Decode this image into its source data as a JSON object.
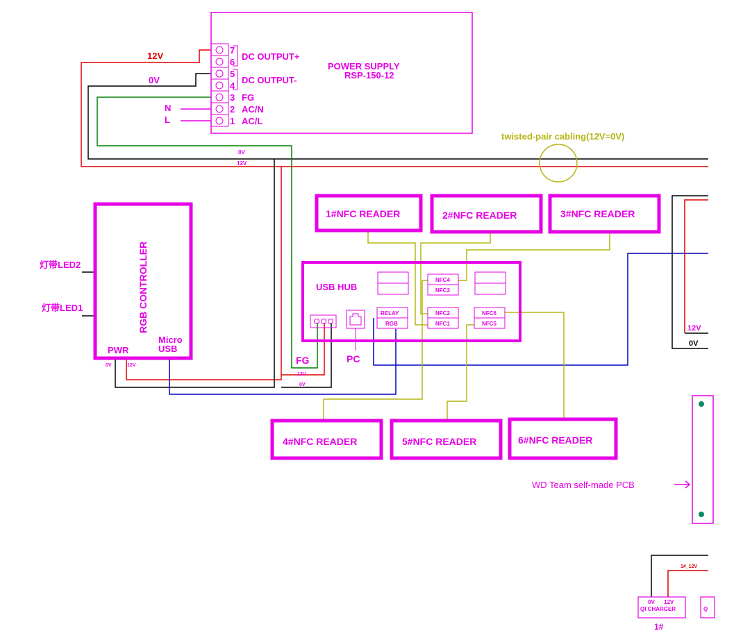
{
  "power_supply": {
    "title_line1": "POWER SUPPLY",
    "title_line2": "RSP-150-12",
    "pins": [
      "7",
      "6",
      "5",
      "4",
      "3",
      "2",
      "1"
    ],
    "dc_out_plus": "DC OUTPUT+",
    "dc_out_minus": "DC OUTPUT-",
    "fg": "FG",
    "ac_n": "AC/N",
    "ac_l": "AC/L"
  },
  "wire_labels": {
    "v12": "12V",
    "v0": "0V",
    "n": "N",
    "l": "L",
    "bus_0v": "0V",
    "bus_12v": "12V",
    "twisted": "twisted-pair cabling(12V=0V)",
    "fg": "FG",
    "hub_12v": "12V",
    "hub_0v": "0V",
    "pc": "PC"
  },
  "rgb_controller": {
    "title": "RGB CONTROLLER",
    "pwr": "PWR",
    "micro": "Micro",
    "usb": "USB",
    "v0": "0V",
    "v12": "12V",
    "led2": "灯带LED2",
    "led1": "灯带LED1"
  },
  "usb_hub": {
    "title": "USB HUB",
    "ports": [
      "NFC4",
      "NFC3",
      "RELAY",
      "RGB",
      "NFC2",
      "NFC1",
      "NFC6",
      "NFC5"
    ]
  },
  "nfc_readers": [
    "1#NFC READER",
    "2#NFC READER",
    "3#NFC READER",
    "4#NFC READER",
    "5#NFC READER",
    "6#NFC READER"
  ],
  "right_panel": {
    "v12": "12V",
    "v0": "0V"
  },
  "pcb_label": "WD Team self-made PCB",
  "charger": {
    "v0": "0V",
    "v12": "12V",
    "name": "QI CHARGER",
    "wire": "1#_12V",
    "number": "1#",
    "partial": "Q"
  },
  "colors": {
    "magenta": "#e600e6",
    "red": "#e00000",
    "black": "#000000",
    "green": "#008000",
    "olive": "#b5b515",
    "blue": "#0000c0"
  }
}
